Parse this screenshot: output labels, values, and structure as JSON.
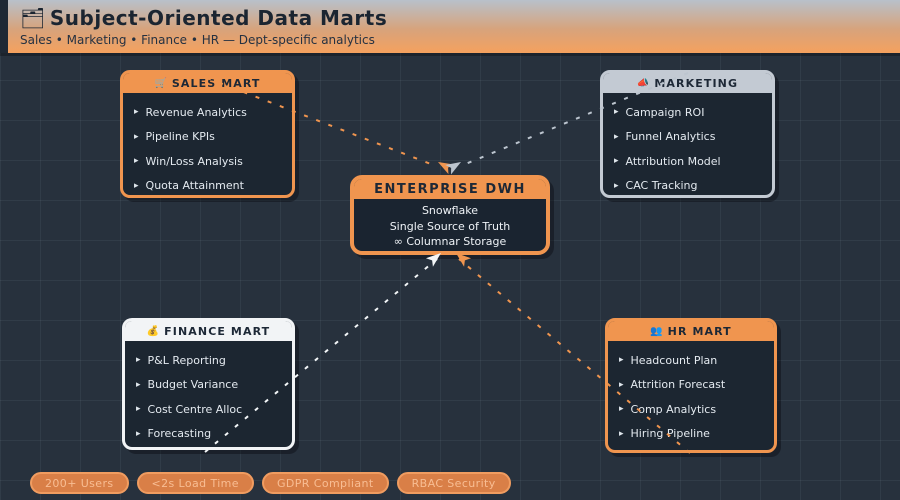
{
  "ui": {
    "bullet": "▸"
  },
  "colors": {
    "orange": "#f0954f",
    "steel": "#bcc5cf",
    "white": "#f3f6f8",
    "background": "#27313d",
    "panel": "#1c2631",
    "ink": "#1d2836",
    "badge_fill": "#d97f47",
    "badge_border": "#f09c60",
    "badge_text": "#f8bd93"
  },
  "header": {
    "icon": "🗂",
    "title": "Subject-Oriented Data Marts",
    "subtitle": "Sales • Marketing • Finance • HR — Dept-specific analytics"
  },
  "dwh": {
    "title": "ENTERPRISE DWH",
    "lines": [
      "Snowflake",
      "Single Source of Truth",
      "∞ Columnar Storage"
    ]
  },
  "marts": [
    {
      "id": "sales",
      "icon": "🛒",
      "title": "SALES MART",
      "accent": "#f0954f",
      "items": [
        "Revenue Analytics",
        "Pipeline KPIs",
        "Win/Loss Analysis",
        "Quota Attainment"
      ]
    },
    {
      "id": "marketing",
      "icon": "📣",
      "title": "MARKETING",
      "accent": "#c3cad3",
      "items": [
        "Campaign ROI",
        "Funnel Analytics",
        "Attribution Model",
        "CAC Tracking"
      ]
    },
    {
      "id": "finance",
      "icon": "💰",
      "title": "FINANCE MART",
      "accent": "#f2f4f6",
      "items": [
        "P&L Reporting",
        "Budget Variance",
        "Cost Centre Alloc",
        "Forecasting"
      ]
    },
    {
      "id": "hr",
      "icon": "👥",
      "title": "HR MART",
      "accent": "#f0954f",
      "items": [
        "Headcount Plan",
        "Attrition Forecast",
        "Comp Analytics",
        "Hiring Pipeline"
      ]
    }
  ],
  "badges": [
    "200+ Users",
    "<2s Load Time",
    "GDPR Compliant",
    "RBAC Security"
  ]
}
